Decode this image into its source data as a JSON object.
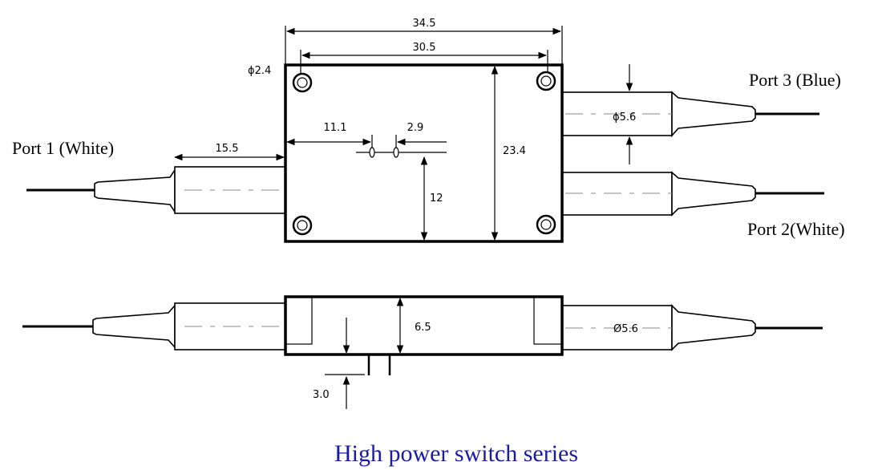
{
  "ports": {
    "port1": "Port 1 (White)",
    "port2": "Port 2(White)",
    "port3": "Port 3 (Blue)"
  },
  "dimensions": {
    "overall_length": "34.5",
    "hole_pitch": "30.5",
    "hole_diameter": "ϕ2.4",
    "body_height": "23.4",
    "sleeve_length": "15.5",
    "pin_offset": "11.1",
    "pin_spacing": "2.9",
    "pin_height": "12",
    "sleeve_diameter": "ϕ5.6",
    "thickness": "6.5",
    "pin_length": "3.0",
    "sleeve_diameter_side": "Ø5.6"
  },
  "caption": "High power switch series"
}
